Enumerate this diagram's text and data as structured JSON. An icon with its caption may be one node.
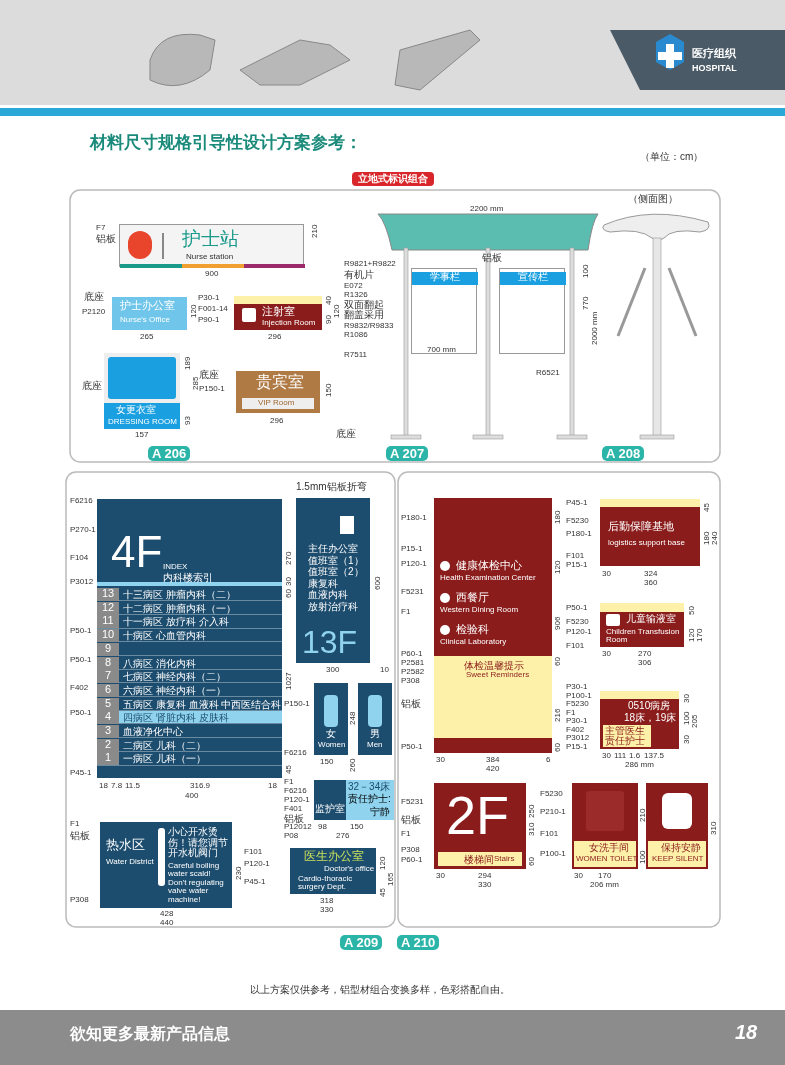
{
  "diagram": {
    "title": "材料尺寸规格引导性设计方案参考：",
    "nodes": [
      {
        "text": [
          "护士站",
          "Nurse station"
        ]
      },
      {
        "text": [
          "护士办公室",
          "Nurse's Office"
        ]
      },
      {
        "text": [
          "注射室",
          "Injection Room"
        ]
      },
      {
        "text": [
          "女更衣室",
          "DRESSING ROOM"
        ]
      },
      {
        "text": [
          "贵宾室",
          "VIP Room"
        ]
      },
      {
        "text": [
          "学事栏"
        ]
      },
      {
        "text": [
          "宣传栏"
        ]
      },
      {
        "text": [],
        "shape": "picture"
      },
      {
        "text": [
          "4F",
          "INDEX",
          "内科楼索引"
        ]
      },
      {
        "text": [
          "13",
          "十三病区 肿瘤内科（二）"
        ],
        "in": 8
      },
      {
        "text": [
          "12",
          "十二病区 肿瘤内科（一）"
        ],
        "in": 8
      },
      {
        "text": [
          "11",
          "十一病区 放疗科 介入科"
        ],
        "in": 8
      },
      {
        "text": [
          "10",
          "十病区 心血管内科"
        ],
        "in": 8
      },
      {
        "text": [
          "9"
        ],
        "in": 8
      },
      {
        "text": [
          "8",
          "八病区 消化内科"
        ],
        "in": 8
      },
      {
        "text": [
          "7",
          "七病区 神经内科（二）"
        ],
        "in": 8
      },
      {
        "text": [
          "6",
          "六病区 神经内科（一）"
        ],
        "in": 8
      },
      {
        "text": [
          "5",
          "五病区 康复科 血液科 中西医结合科"
        ],
        "in": 8
      },
      {
        "text": [
          "4",
          "四病区 肾脏内科 皮肤科"
        ],
        "in": 8
      },
      {
        "text": [
          "3",
          "血液净化中心"
        ],
        "in": 8
      },
      {
        "text": [
          "2",
          "二病区 儿科（二）"
        ],
        "in": 8
      },
      {
        "text": [
          "1",
          "一病区 儿科（一）"
        ],
        "in": 8
      },
      {
        "text": [
          "主任办公室",
          "值班室（1）",
          "值班室（2）",
          "康复科",
          "血液内科",
          "放射治疗科",
          "13F"
        ]
      },
      {
        "text": [
          "女",
          "Women"
        ]
      },
      {
        "text": [
          "男",
          "Men"
        ]
      },
      {
        "text": [
          "监护室",
          "32－34床",
          "责任护士:",
          "宁静"
        ]
      },
      {
        "text": [
          "热水区",
          "Water District",
          "小心开水烫伤！请您调节开水机阀门",
          "Careful boiling water scald! Don't regulating valve water machine!"
        ]
      },
      {
        "text": [
          "医生办公室",
          "Doctor's office",
          "Cardio-thoracic surgery Dept."
        ]
      },
      {
        "text": [
          "健康体检中心",
          "Health Examination Center",
          "西餐厅",
          "Western Dining Room",
          "检验科",
          "Clinical Laboratory",
          "体检温馨提示",
          "Sweet Reminders"
        ]
      },
      {
        "text": [
          "后勤保障基地",
          "logistics support base"
        ]
      },
      {
        "text": [
          "儿童输液室",
          "Children Transfusion Room"
        ]
      },
      {
        "text": [
          "0510病房",
          "18床，19床",
          "主管医生",
          "责任护士"
        ]
      },
      {
        "text": [
          "2F",
          "楼梯间",
          "Stairs"
        ]
      },
      {
        "text": [
          "女洗手间",
          "WOMEN TOILET"
        ]
      },
      {
        "text": [
          "保持安静",
          "KEEP SILENT"
        ]
      }
    ],
    "labels": [
      "医疗组织",
      "HOSPITAL",
      "（单位：cm）",
      "立地式标识组合",
      "A 206",
      "A 207",
      "A 208",
      "A 209",
      "A 210",
      "（侧面图）",
      "F7",
      "铝板",
      "210",
      "900",
      "底座",
      "P2120",
      "120",
      "265",
      "P30-1",
      "F001-14",
      "P90-1",
      "40",
      "90",
      "120",
      "296",
      "底座",
      "189",
      "285",
      "93",
      "157",
      "底座",
      "P150-1",
      "150",
      "296",
      "2200 mm",
      "R9821+R9822",
      "有机片",
      "E072",
      "R1326",
      "双面翻起翻盖采用",
      "R9832/R9833",
      "R1086",
      "R7511",
      "铝板",
      "100",
      "770",
      "2000 mm",
      "700 mm",
      "R6521",
      "底座",
      "F6216",
      "P270-1",
      "F104",
      "P3012",
      "P50-1",
      "P50-1",
      "F402",
      "P50-1",
      "P45-1",
      "270",
      "30",
      "60",
      "1027",
      "45",
      "18",
      "7.8",
      "11.5",
      "316.9",
      "18",
      "400",
      "1.5mm铝板折弯",
      "300",
      "600",
      "10",
      "P150-1",
      "F6216",
      "248",
      "260",
      "150",
      "F1",
      "F6216",
      "P120-1",
      "F401",
      "铝板",
      "P12012",
      "P08",
      "98",
      "150",
      "276",
      "F1",
      "铝板",
      "P308",
      "230",
      "428",
      "440",
      "F101",
      "P120-1",
      "P45-1",
      "120",
      "165",
      "45",
      "318",
      "330",
      "P180-1",
      "P15-1",
      "P120-1",
      "F5231",
      "F1",
      "P60-1",
      "P2581",
      "P2582",
      "P308",
      "铝板",
      "P50-1",
      "180",
      "120",
      "906",
      "60",
      "216",
      "60",
      "30",
      "384",
      "6",
      "420",
      "P45-1",
      "F5230",
      "P180-1",
      "F101",
      "P15-1",
      "45",
      "180",
      "240",
      "30",
      "324",
      "360",
      "P50-1",
      "F5230",
      "P120-1",
      "F101",
      "50",
      "120",
      "170",
      "30",
      "270",
      "306",
      "P30-1",
      "P100-1",
      "F5230",
      "F1",
      "P30-1",
      "F402",
      "P3012",
      "P15-1",
      "30",
      "100",
      "205",
      "30",
      "30",
      "111",
      "1.6",
      "137.5",
      "286 mm",
      "F5231",
      "铝板",
      "F1",
      "P308",
      "P60-1",
      "250",
      "310",
      "60",
      "30",
      "294",
      "330",
      "F5230",
      "P210-1",
      "F101",
      "P100-1",
      "210",
      "310",
      "100",
      "30",
      "170",
      "206 mm",
      "以上方案仅供参考，铝型材组合变换多样，色彩搭配自由。",
      "欲知更多最新产品信息",
      "18"
    ]
  }
}
